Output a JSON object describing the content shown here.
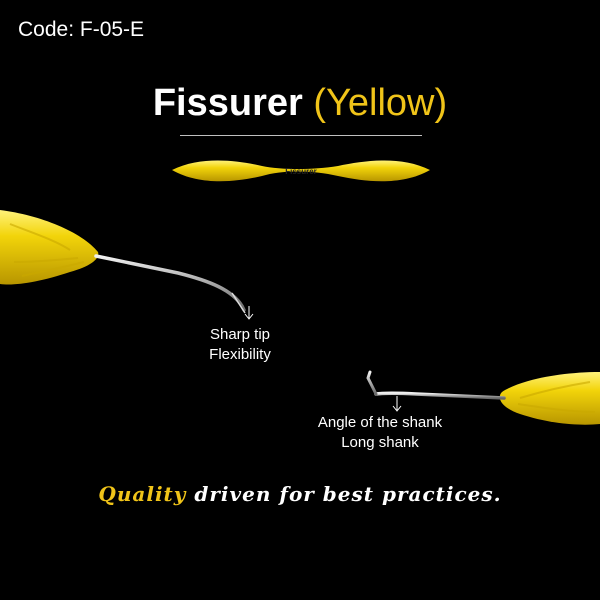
{
  "code_label": "Code: F-05-E",
  "title": {
    "main": "Fissurer",
    "sub": "(Yellow)"
  },
  "handle_label": "Fissurer",
  "annotations": {
    "tip": [
      "Sharp tip",
      "Flexibility"
    ],
    "shank": [
      "Angle of the shank",
      "Long shank"
    ]
  },
  "tagline": {
    "highlight": "Quality",
    "rest": "driven for best practices."
  },
  "colors": {
    "background": "#000000",
    "accent": "#f0c419",
    "instrument_yellow": "#f2d40a",
    "shank": "#c9c9c9"
  }
}
